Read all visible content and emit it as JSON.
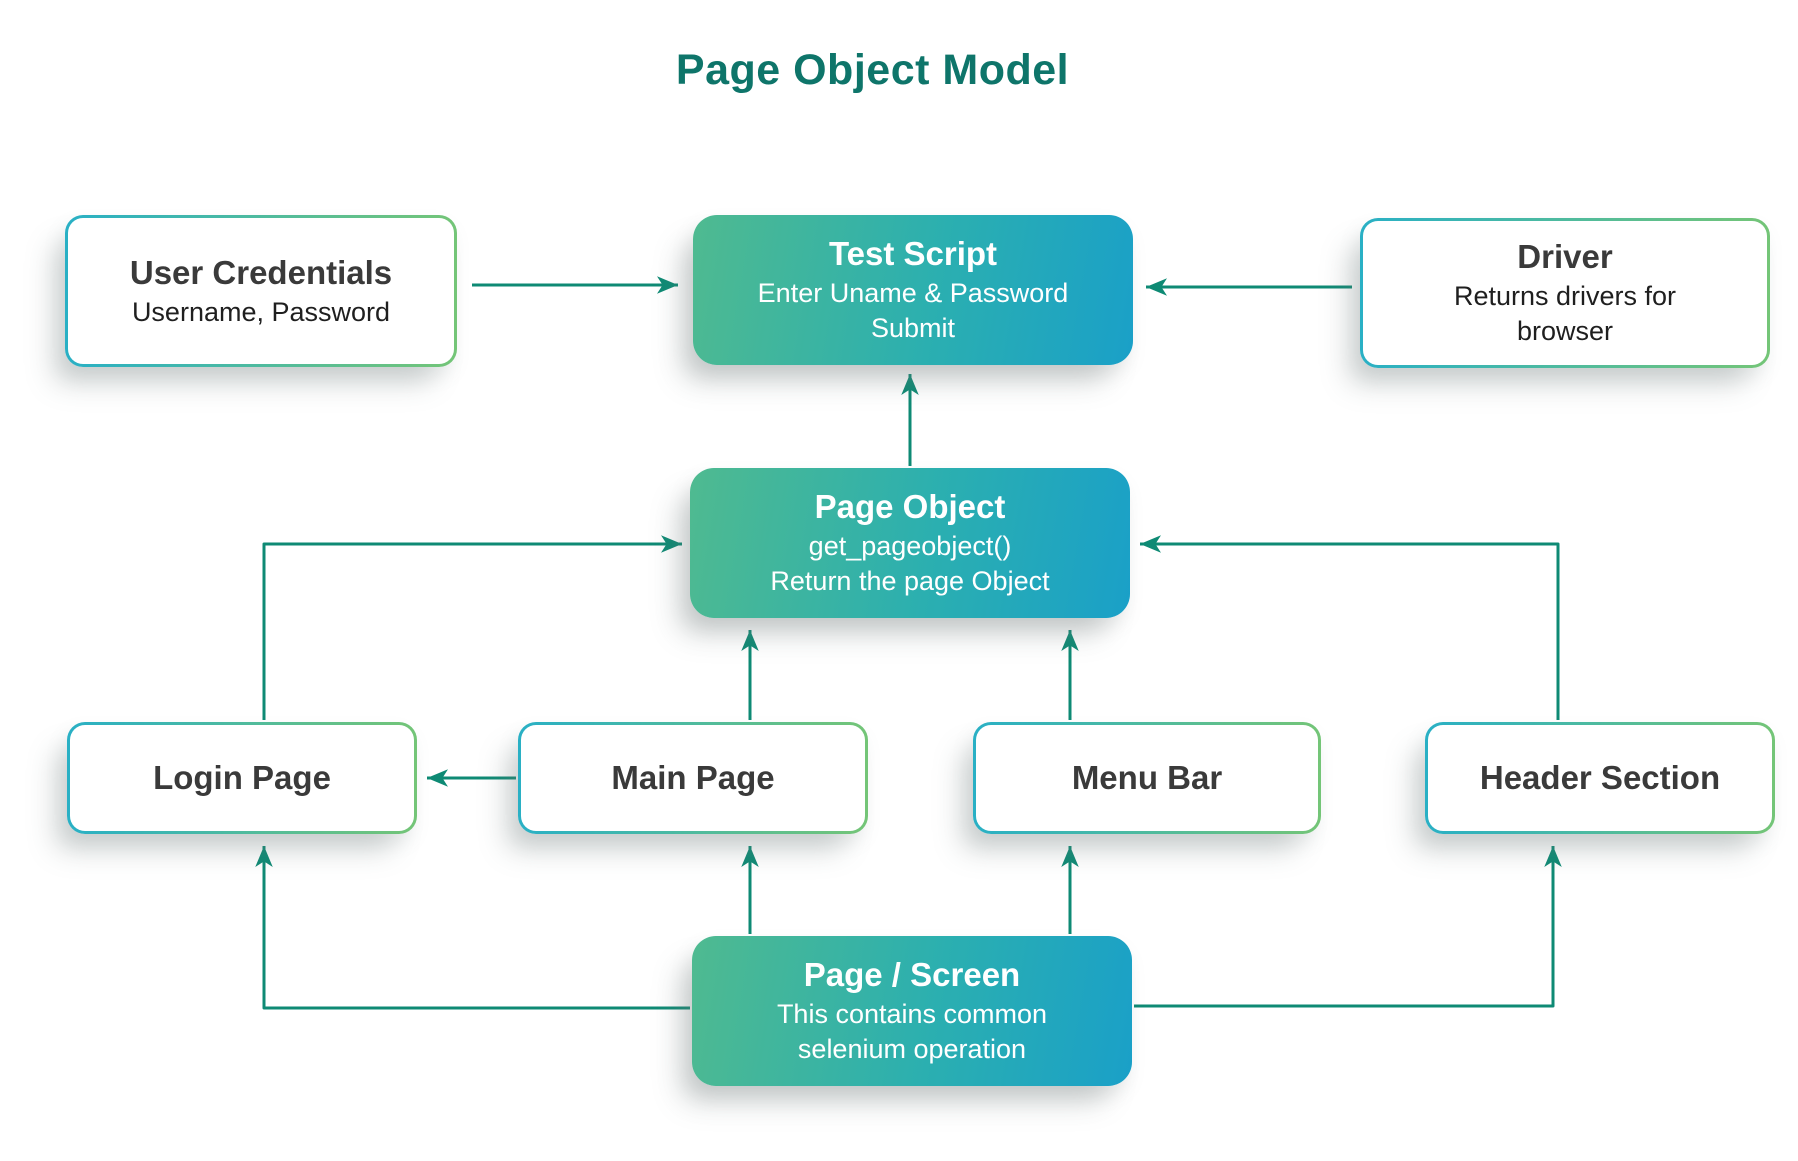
{
  "title": "Page Object Model",
  "colors": {
    "title_text": "#0E756A",
    "arrow": "#0E8A74",
    "solid_node_gradient_start": "#4FBA90",
    "solid_node_gradient_end": "#1AA0C8",
    "outline_node_border_start": "#29B0C5",
    "outline_node_border_end": "#74C577",
    "outline_node_fill": "#FFFFFF",
    "node_text": "#3A3A3A",
    "solid_node_text": "#FFFFFF"
  },
  "nodes": {
    "user_credentials": {
      "title": "User Credentials",
      "lines": [
        "Username, Password"
      ]
    },
    "test_script": {
      "title": "Test Script",
      "lines": [
        "Enter Uname & Password",
        "Submit"
      ]
    },
    "driver": {
      "title": "Driver",
      "lines": [
        "Returns drivers for",
        "browser"
      ]
    },
    "page_object": {
      "title": "Page Object",
      "lines": [
        "get_pageobject()",
        "Return the page Object"
      ]
    },
    "login_page": {
      "title": "Login Page"
    },
    "main_page": {
      "title": "Main Page"
    },
    "menu_bar": {
      "title": "Menu Bar"
    },
    "header_section": {
      "title": "Header Section"
    },
    "page_screen": {
      "title": "Page / Screen",
      "lines": [
        "This contains common",
        "selenium operation"
      ]
    }
  },
  "edges": [
    {
      "from": "user_credentials",
      "to": "test_script"
    },
    {
      "from": "driver",
      "to": "test_script"
    },
    {
      "from": "page_object",
      "to": "test_script"
    },
    {
      "from": "login_page",
      "to": "page_object"
    },
    {
      "from": "main_page",
      "to": "page_object"
    },
    {
      "from": "menu_bar",
      "to": "page_object"
    },
    {
      "from": "header_section",
      "to": "page_object"
    },
    {
      "from": "main_page",
      "to": "login_page"
    },
    {
      "from": "page_screen",
      "to": "login_page"
    },
    {
      "from": "page_screen",
      "to": "main_page"
    },
    {
      "from": "page_screen",
      "to": "menu_bar"
    },
    {
      "from": "page_screen",
      "to": "header_section"
    }
  ]
}
